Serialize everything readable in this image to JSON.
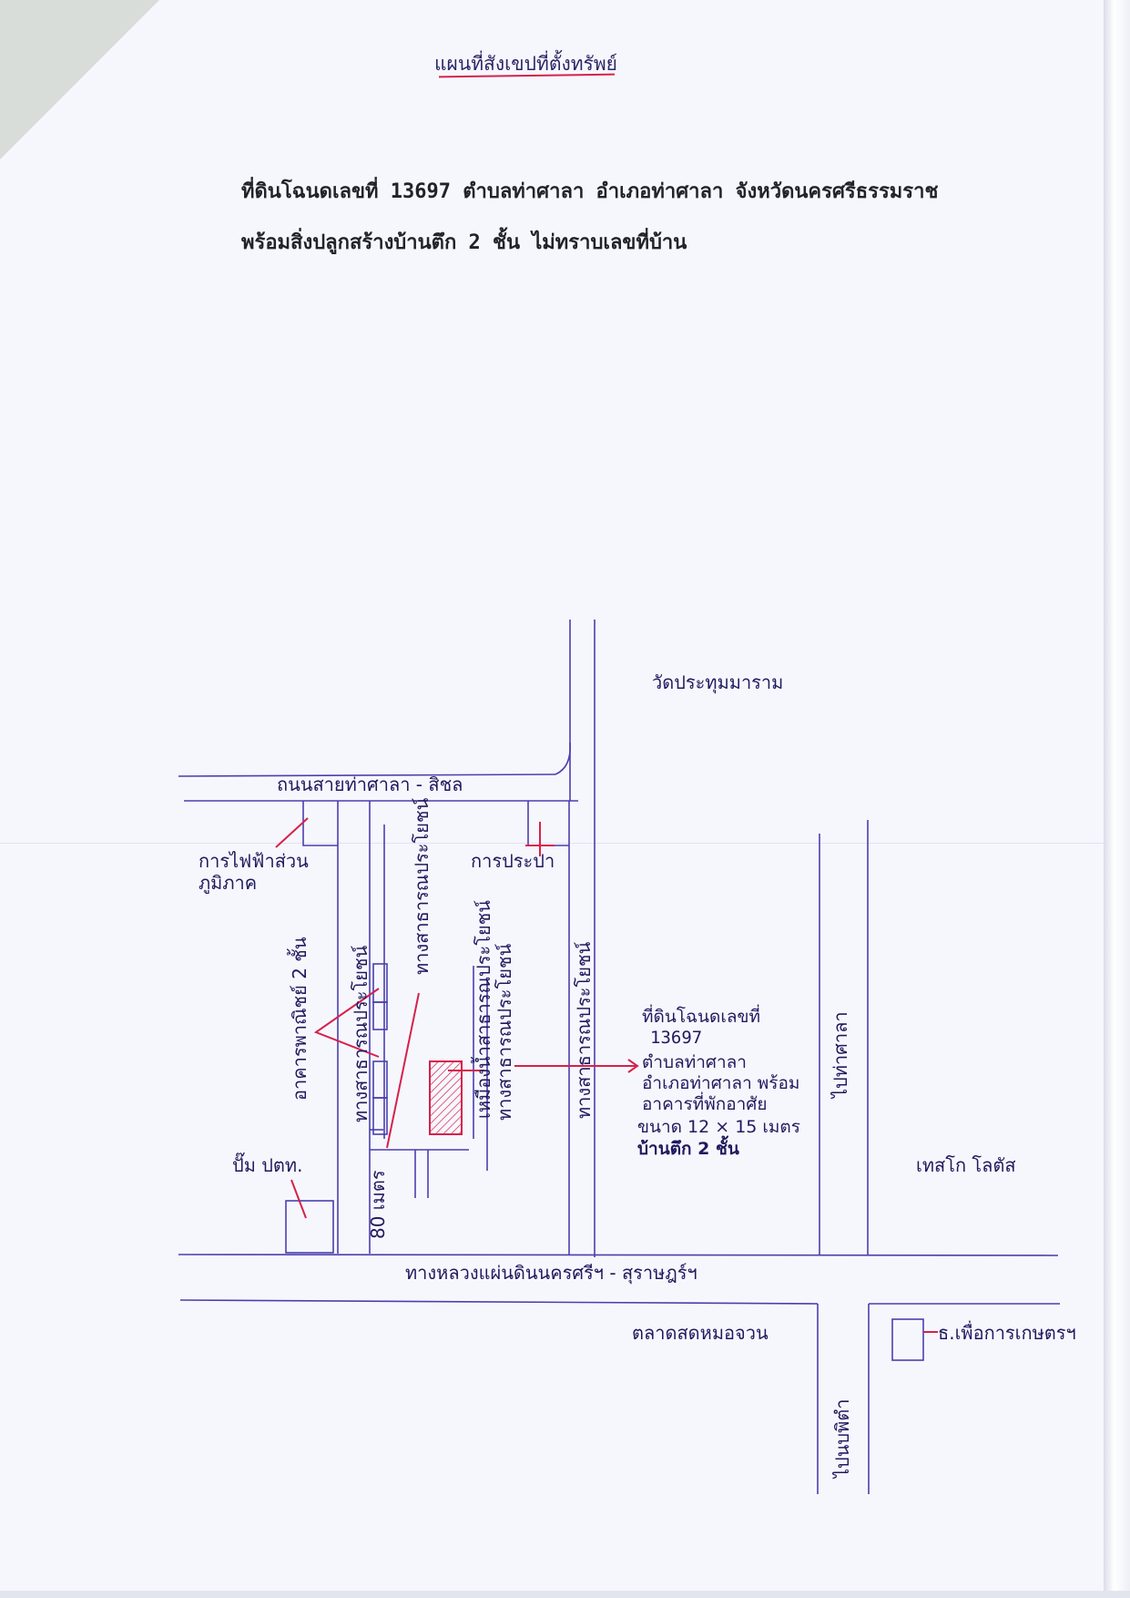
{
  "document": {
    "title": "แผนที่สังเขปที่ตั้งทรัพย์",
    "header_line1": "ที่ดินโฉนดเลขที่ 13697  ตำบลท่าศาลา  อำเภอท่าศาลา  จังหวัดนครศรีธรรมราช",
    "header_line2": "พร้อมสิ่งปลูกสร้างบ้านตึก 2 ชั้น  ไม่ทราบเลขที่บ้าน"
  },
  "map": {
    "roads": {
      "top_road": "ถนนสายท่าศาลา  -  สิชล",
      "highway": "ทางหลวงแผ่นดินนครศรีฯ  -  สุราษฎร์ฯ",
      "to_tha_sala": "ไปท่าศาลา",
      "to_nopphitam": "ไปนบพิตำ",
      "public_way_1": "ทางสาธารณประโยชน์",
      "public_way_2": "ทางสาธารณประโยชน์",
      "public_way_3": "ทางสาธารณประโยชน์",
      "public_way_right": "ทางสาธารณประโยชน์",
      "ditch": "เหมืองน้ำสาธารณประโยชน์",
      "distance": "80  เมตร"
    },
    "landmarks": {
      "temple": "วัดประทุมมาราม",
      "electricity_line1": "การไฟฟ้าส่วน",
      "electricity_line2": "ภูมิภาค",
      "waterworks": "การประปา",
      "shophouse": "อาคารพาณิชย์  2  ชั้น",
      "gas_station": "ปั๊ม ปตท.",
      "tesco": "เทสโก โลตัส",
      "market": "ตลาดสดหมอจวน",
      "bank": "ธ.เพื่อการเกษตรฯ"
    },
    "property": {
      "line1": "ที่ดินโฉนดเลขที่",
      "line2": "13697",
      "line3": "ตำบลท่าศาลา",
      "line4": "อำเภอท่าศาลา  พร้อม",
      "line5": "อาคารที่พักอาศัย",
      "line6": "ขนาด 12 × 15 เมตร",
      "line7": "บ้านตึก 2 ชั้น"
    },
    "colors": {
      "road_line": "#4a3fae",
      "pointer": "#d7214b",
      "text": "#1f1a5e"
    }
  }
}
